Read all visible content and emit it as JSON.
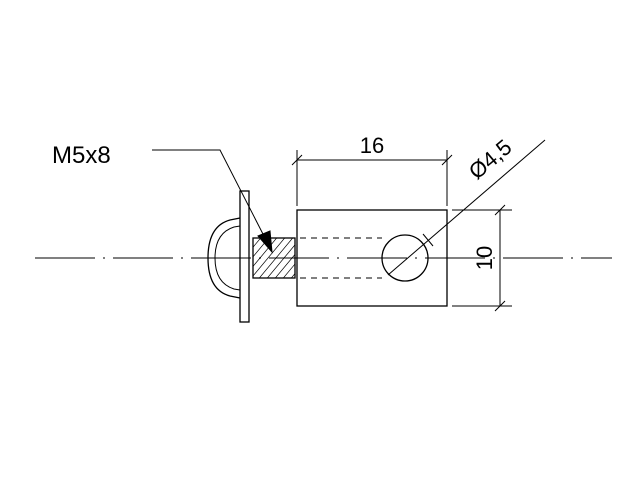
{
  "drawing": {
    "screw_callout": "M5x8",
    "length_dimension": "16",
    "hole_diameter_dimension": "Ø4,5",
    "height_dimension": "10"
  }
}
